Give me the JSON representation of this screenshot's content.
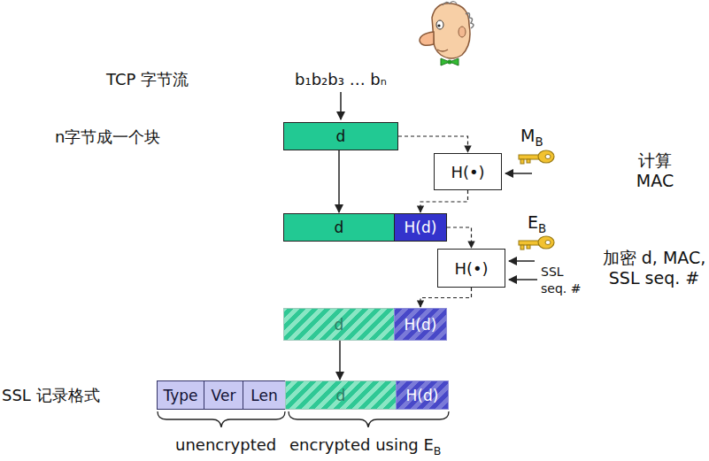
{
  "diagram": {
    "nodes": [
      {
        "text": [
          "d"
        ]
      },
      {
        "text": [
          "H(•)"
        ]
      },
      {
        "text": [
          "d"
        ]
      },
      {
        "text": [
          "H(d)"
        ]
      },
      {
        "text": [
          "H(•)"
        ]
      },
      {
        "text": [
          "d"
        ]
      },
      {
        "text": [
          "H(d)"
        ]
      },
      {
        "text": [
          "Type"
        ]
      },
      {
        "text": [
          "Ver"
        ]
      },
      {
        "text": [
          "Len"
        ]
      },
      {
        "text": [
          "d"
        ]
      },
      {
        "text": [
          "H(d)"
        ]
      }
    ],
    "edges": [
      {
        "from": 0,
        "to": 1,
        "arrow": "to"
      },
      {
        "from": 0,
        "to": 2,
        "arrow": "to"
      },
      {
        "from": 1,
        "to": 3,
        "arrow": "to"
      },
      {
        "from": 3,
        "to": 4,
        "arrow": "to"
      },
      {
        "from": 4,
        "to": 6,
        "arrow": "to"
      },
      {
        "from": 5,
        "to": 10,
        "arrow": "to"
      }
    ],
    "labels": [
      "TCP 字节流",
      "b₁b₂b₃ … bₙ",
      "n字节成一个块",
      "MB",
      "计算 MAC",
      "EB",
      "SSL seq. #",
      "加密 d, MAC, SSL seq. #",
      "SSL 记录格式",
      "unencrypted",
      "encrypted using EB"
    ]
  }
}
